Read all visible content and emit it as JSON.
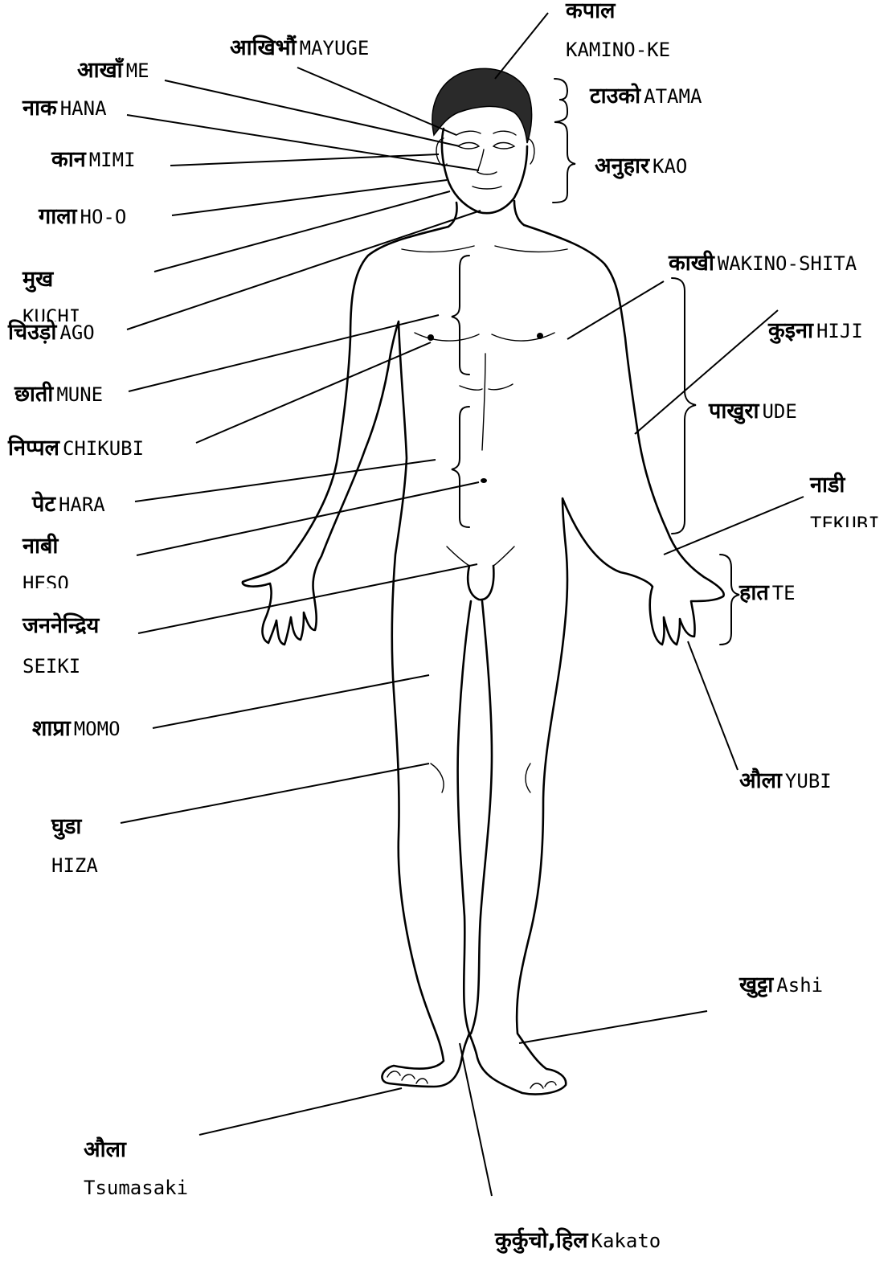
{
  "labels": [
    {
      "id": "forehead",
      "np": "कपाल",
      "jp": "KAMINO-KE"
    },
    {
      "id": "eyebrow",
      "np": "आखिभौं",
      "jp": "MAYUGE"
    },
    {
      "id": "eye",
      "np": "आखाँ",
      "jp": "ME"
    },
    {
      "id": "nose",
      "np": "नाक",
      "jp": "HANA"
    },
    {
      "id": "ear",
      "np": "कान",
      "jp": "MIMI"
    },
    {
      "id": "cheek",
      "np": "गाला",
      "jp": "HO-O"
    },
    {
      "id": "mouth",
      "np": "मुख",
      "jp": "KUCHI"
    },
    {
      "id": "chin",
      "np": "चिउड़ो",
      "jp": "AGO"
    },
    {
      "id": "chest",
      "np": "छाती",
      "jp": "MUNE"
    },
    {
      "id": "nipple",
      "np": "निप्पल",
      "jp": "CHIKUBI"
    },
    {
      "id": "belly",
      "np": "पेट",
      "jp": "HARA"
    },
    {
      "id": "navel",
      "np": "नाबी",
      "jp": "HESO"
    },
    {
      "id": "genitals",
      "np": "जननेन्द्रिय",
      "jp": "SEIKI"
    },
    {
      "id": "thigh",
      "np": "शाप्रा",
      "jp": "MOMO"
    },
    {
      "id": "knee",
      "np": "घुडा",
      "jp": "HIZA"
    },
    {
      "id": "toe",
      "np": "औला",
      "jp": "Tsumasaki"
    },
    {
      "id": "heel",
      "np": "कुर्कुचो,हिल",
      "jp": "Kakato"
    },
    {
      "id": "head",
      "np": "टाउको",
      "jp": "ATAMA"
    },
    {
      "id": "face",
      "np": "अनुहार",
      "jp": "KAO"
    },
    {
      "id": "armpit",
      "np": "काखी",
      "jp": "WAKINO-SHITA"
    },
    {
      "id": "elbow",
      "np": "कुइना",
      "jp": "HIJI"
    },
    {
      "id": "arm",
      "np": "पाखुरा",
      "jp": "UDE"
    },
    {
      "id": "wrist",
      "np": "नाडी",
      "jp": "TEKUBI"
    },
    {
      "id": "hand",
      "np": "हात",
      "jp": "TE"
    },
    {
      "id": "finger",
      "np": "औला",
      "jp": "YUBI"
    },
    {
      "id": "leg",
      "np": "खुट्टा",
      "jp": "Ashi"
    }
  ]
}
